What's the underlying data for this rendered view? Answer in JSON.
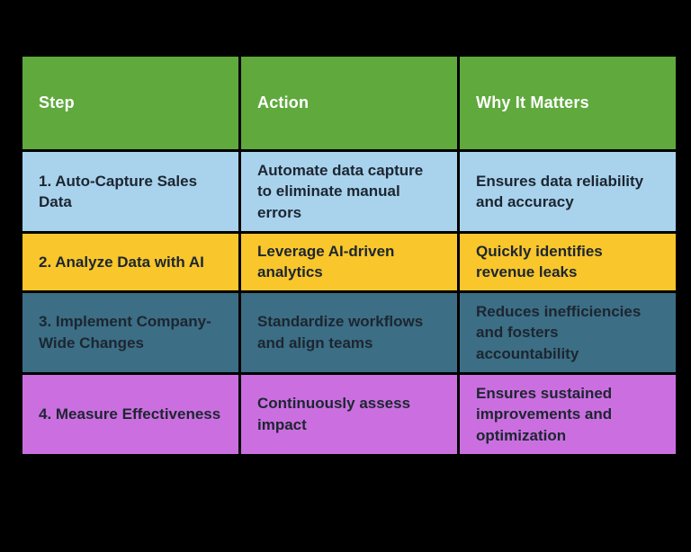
{
  "canvas": {
    "background_color": "#000000"
  },
  "table": {
    "header": {
      "bg_color": "#5FA93D",
      "text_color": "#FFFFFF",
      "columns": [
        "Step",
        "Action",
        "Why It Matters"
      ]
    },
    "body_text_color": "#1C2630",
    "border_color": "#000000",
    "rows": [
      {
        "bg_color": "#A9D2ED",
        "step": "1. Auto-Capture Sales Data",
        "action": "Automate data capture to eliminate manual errors",
        "why": "Ensures data reliability and accuracy"
      },
      {
        "bg_color": "#F9C62B",
        "step": "2. Analyze Data with AI",
        "action": "Leverage AI-driven analytics",
        "why": "Quickly identifies revenue leaks"
      },
      {
        "bg_color": "#3C6E85",
        "step": "3. Implement Company-Wide Changes",
        "action": "Standardize workflows and align teams",
        "why": "Reduces inefficiencies and fosters accountability"
      },
      {
        "bg_color": "#CB6FE0",
        "step": "4. Measure Effectiveness",
        "action": "Continuously assess impact",
        "why": "Ensures sustained improvements and optimization"
      }
    ]
  }
}
